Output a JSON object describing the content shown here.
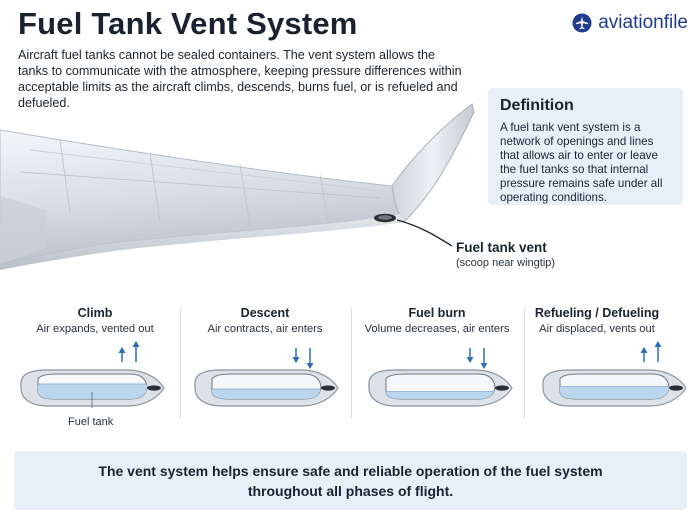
{
  "header": {
    "title": "Fuel Tank Vent System",
    "brand": "aviationfile",
    "brand_icon": "airplane-circle-icon"
  },
  "intro": "Aircraft fuel tanks cannot be sealed containers. The vent system allows the tanks to communicate with the atmosphere, keeping pressure differences within acceptable limits as the aircraft climbs, descends, burns fuel, or is refueled and defueled.",
  "definition": {
    "title": "Definition",
    "text": "A fuel tank vent system is a network of openings and lines that allows air to enter or leave the fuel tanks so that internal pressure remains safe under all operating conditions."
  },
  "wing_callout": {
    "label": "Fuel tank vent",
    "sublabel": "(scoop near wingtip)"
  },
  "phases": [
    {
      "title": "Climb",
      "description": "Air expands, vented out",
      "arrows": "up",
      "fuel_level": 0.6
    },
    {
      "title": "Descent",
      "description": "Air contracts, air enters",
      "arrows": "down",
      "fuel_level": 0.4
    },
    {
      "title": "Fuel burn",
      "description": "Volume decreases, air enters",
      "arrows": "down",
      "fuel_level": 0.3
    },
    {
      "title": "Refueling / Defueling",
      "description": "Air displaced, vents out",
      "arrows": "up",
      "fuel_level": 0.5
    }
  ],
  "tank_label": "Fuel tank",
  "footer": "The vent system helps ensure safe and reliable operation of the fuel system throughout all phases of flight.",
  "colors": {
    "accent": "#1e3b8f",
    "arrow": "#2f6fb8",
    "fuel": "#bcd6ee",
    "panel": "#e7eff8"
  }
}
